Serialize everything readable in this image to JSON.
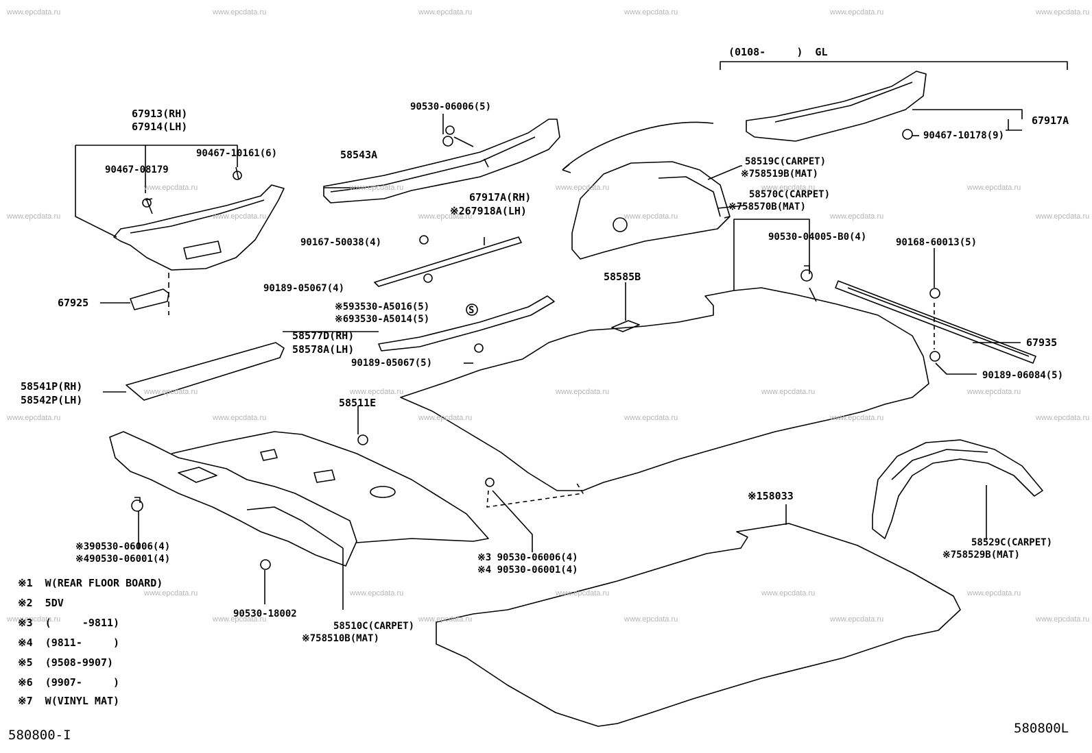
{
  "watermark": "www.epcdata.ru",
  "header_range": "(0108-     )  GL",
  "labels": {
    "l67913": "67913(RH)",
    "l67914": "67914(LH)",
    "l90467_08179": "90467-08179",
    "l90467_10161": "90467-10161(6)",
    "l67925": "67925",
    "l90530_06006_5": "90530-06006(5)",
    "l58543a": "58543A",
    "l67917a_rh": "67917A(RH)",
    "l67918a": "※267918A(LH)",
    "l90167": "90167-50038(4)",
    "l90189_05067_4": "90189-05067(4)",
    "l93530_5016": "※593530-A5016(5)",
    "l93530_5014": "※693530-A5014(5)",
    "l58577d": "58577D(RH)",
    "l58578a": "58578A(LH)",
    "l90189_05067_5": "90189-05067(5)",
    "l58541p": "58541P(RH)",
    "l58542p": "58542P(LH)",
    "l58511e": "58511E",
    "l58519c": "58519C(CARPET)",
    "l58519b": "※758519B(MAT)",
    "l58570c": "58570C(CARPET)",
    "l58570b": "※758570B(MAT)",
    "l58585b": "58585B",
    "l90530_04005": "90530-04005-B0(4)",
    "l90168": "90168-60013(5)",
    "l67917a": "67917A",
    "l90467_10178": "90467-10178(9)",
    "l67935": "67935",
    "l90189_06084": "90189-06084(5)",
    "l3_90530_06006_a": "※390530-06006(4)",
    "l4_90530_06001_a": "※490530-06001(4)",
    "l90530_18002": "90530-18002",
    "l58510c": "58510C(CARPET)",
    "l58510b": "※758510B(MAT)",
    "l3_90530_06006_b": "※3 90530-06006(4)",
    "l4_90530_06001_b": "※4 90530-06001(4)",
    "l158033": "※158033",
    "l58529c": "58529C(CARPET)",
    "l58529b": "※758529B(MAT)",
    "s_circle": "S"
  },
  "notes": [
    {
      "mark": "※1",
      "text": "W(REAR FLOOR BOARD)"
    },
    {
      "mark": "※2",
      "text": "5DV"
    },
    {
      "mark": "※3",
      "text": "(     -9811)"
    },
    {
      "mark": "※4",
      "text": "(9811-     )"
    },
    {
      "mark": "※5",
      "text": "(9508-9907)"
    },
    {
      "mark": "※6",
      "text": "(9907-     )"
    },
    {
      "mark": "※7",
      "text": "W(VINYL MAT)"
    }
  ],
  "diagram_codes": {
    "left": "580800-I",
    "right": "580800L"
  }
}
